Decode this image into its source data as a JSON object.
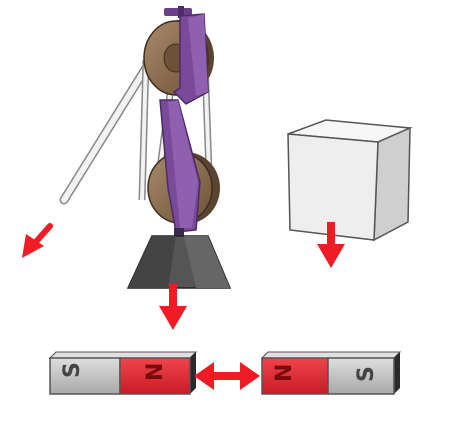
{
  "colors": {
    "arrow": "#ee1c24",
    "pulley_wheel": "#8b6b4e",
    "pulley_bracket": "#7a4a9a",
    "cube_front": "#eeeeee",
    "weight": "#555555",
    "magnet_red": "#e8303a",
    "magnet_gray": "#c8c8c8"
  },
  "magnets": {
    "left": {
      "pole_left": "S",
      "pole_right": "N"
    },
    "right": {
      "pole_left": "N",
      "pole_right": "S"
    }
  },
  "icons": {
    "rope_arrow": "arrow-down-left-icon",
    "weight_arrow": "arrow-down-icon",
    "cube_arrow": "arrow-down-icon",
    "magnet_arrow": "double-arrow-horizontal-icon"
  }
}
